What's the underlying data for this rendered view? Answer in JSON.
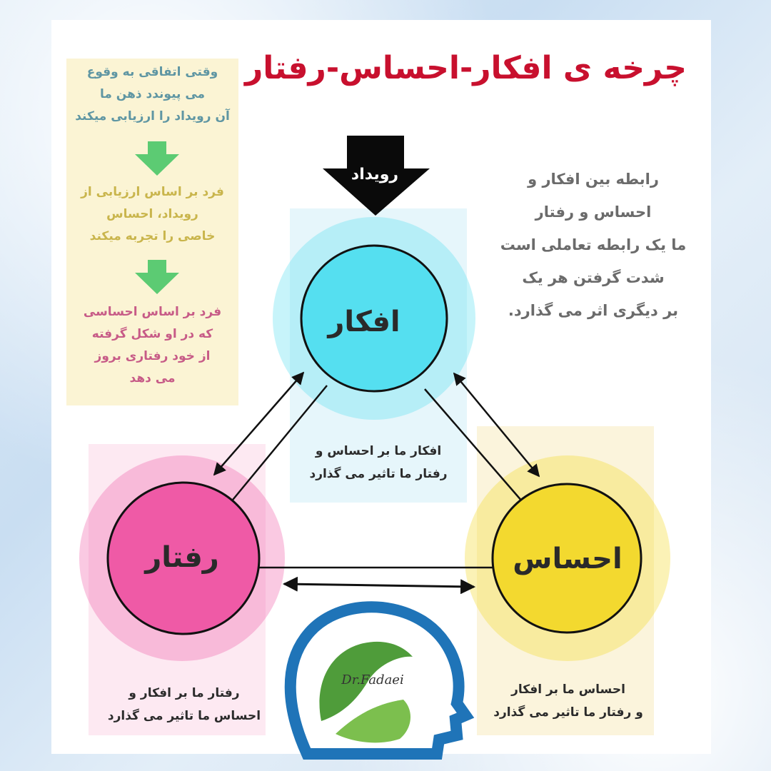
{
  "title": "چرخه ی افکار-احساس-رفتار",
  "steps": {
    "step1": [
      "وقتی اتفاقی به وقوع",
      "می پیوندد ذهن ما",
      "آن رویداد را ارزیابی میکند"
    ],
    "step2": [
      "فرد بر اساس ارزیابی از",
      "رویداد، احساس",
      "خاصی را تجربه میکند"
    ],
    "step3": [
      "فرد بر اساس احساسی",
      "که در او شکل گرفته",
      "از خود رفتاری بروز",
      "می دهد"
    ]
  },
  "sidetext": [
    "رابطه بین افکار  و",
    "احساس  و رفتار",
    "ما یک رابطه تعاملی است",
    "شدت گرفتن هر یک",
    "بر دیگری اثر می گذارد."
  ],
  "event": "رویداد",
  "nodes": {
    "thoughts": "افکار",
    "behavior": "رفتار",
    "feeling": "احساس"
  },
  "captions": {
    "thoughts": [
      "افکار ما بر احساس و",
      "رفتار ما تاثیر می گذارد"
    ],
    "behavior": [
      "رفتار ما بر افکار و",
      "احساس ما تاثیر می گذارد"
    ],
    "feeling": [
      "احساس ما بر افکار",
      "و رفتار ما تاثیر می گذارد"
    ]
  },
  "logo_text": "Dr.Fadaei",
  "colors": {
    "title": "#c8102e",
    "thoughts": "#55dff0",
    "behavior": "#ef5aa6",
    "feeling": "#f3d92f",
    "green_arrow": "#5ccb73"
  }
}
